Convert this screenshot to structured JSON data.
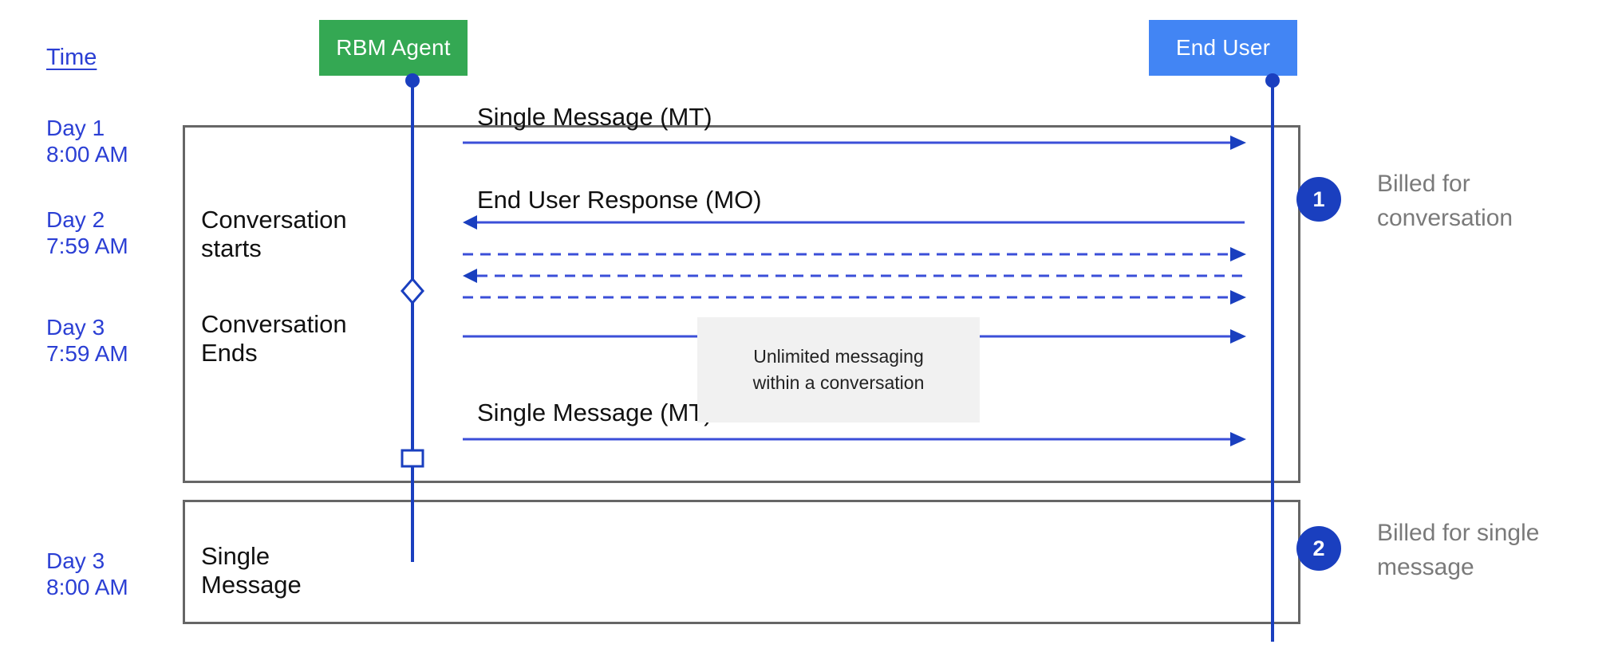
{
  "diagram": {
    "title_column_label": "Time",
    "actors": [
      {
        "id": "rbm-agent",
        "label": "RBM Agent",
        "color": "#34A853"
      },
      {
        "id": "end-user",
        "label": "End User",
        "color": "#4285F4"
      }
    ],
    "colors": {
      "lifeline": "#1A3FBF",
      "arrow": "#3B4FD8",
      "frame_border": "#666666",
      "time_text": "#2B3FD4",
      "note_bg": "#F1F1F1",
      "badge_bg": "#1A3FBF",
      "billed_text": "#7A7A7A"
    },
    "time_entries": [
      {
        "day": "Day 1",
        "time": "8:00 AM"
      },
      {
        "day": "Day 2",
        "time": "7:59 AM"
      },
      {
        "day": "Day 3",
        "time": "7:59 AM"
      },
      {
        "day": "Day 3",
        "time": "8:00 AM"
      }
    ],
    "stage_labels": [
      {
        "line1": "Conversation",
        "line2": "starts"
      },
      {
        "line1": "Conversation",
        "line2": "Ends"
      },
      {
        "line1": "Single",
        "line2": "Message"
      }
    ],
    "messages": [
      {
        "caption": "Single Message (MT)",
        "direction": "agent-to-user",
        "style": "solid",
        "arrowhead": true
      },
      {
        "caption": "End User Response (MO)",
        "direction": "user-to-agent",
        "style": "solid",
        "arrowhead": true
      },
      {
        "caption": "",
        "direction": "agent-to-user",
        "style": "dashed",
        "arrowhead": true
      },
      {
        "caption": "",
        "direction": "user-to-agent",
        "style": "dashed",
        "arrowhead": true
      },
      {
        "caption": "",
        "direction": "agent-to-user",
        "style": "dashed",
        "arrowhead": true
      },
      {
        "caption": "",
        "direction": "agent-to-user",
        "style": "solid",
        "arrowhead": true
      },
      {
        "caption": "Single Message (MT)",
        "direction": "agent-to-user",
        "style": "solid",
        "arrowhead": true
      }
    ],
    "note": {
      "line1": "Unlimited messaging",
      "line2": "within a conversation"
    },
    "billing": [
      {
        "number": "1",
        "line1": "Billed for",
        "line2": "conversation"
      },
      {
        "number": "2",
        "line1": "Billed for single",
        "line2": "message"
      }
    ]
  }
}
